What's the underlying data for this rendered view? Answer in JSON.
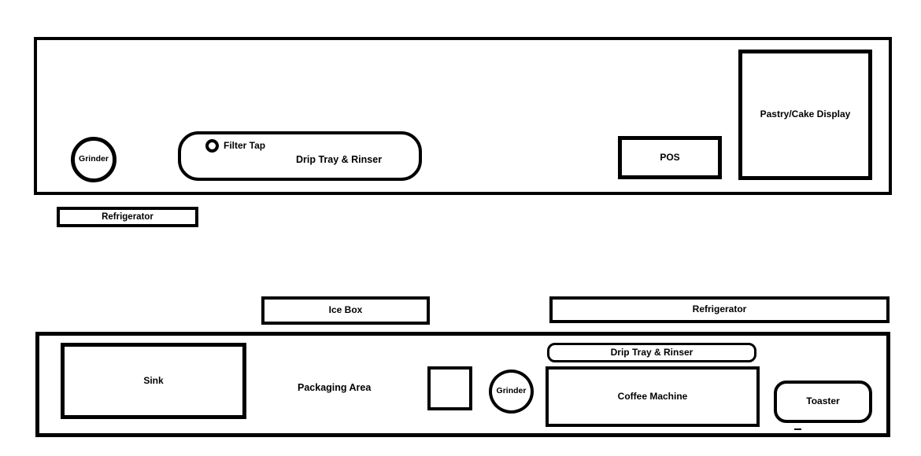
{
  "colors": {
    "line": "#000000",
    "background": "#ffffff",
    "text": "#000000"
  },
  "top_counter": {
    "grinder_label": "Grinder",
    "filter_tap_label": "Filter Tap",
    "drip_tray_label": "Drip Tray & Rinser",
    "pos_label": "POS",
    "pastry_display_label": "Pastry/Cake Display"
  },
  "standalone": {
    "refrigerator_top_label": "Refrigerator",
    "ice_box_label": "Ice Box",
    "refrigerator_bottom_label": "Refrigerator"
  },
  "bottom_counter": {
    "sink_label": "Sink",
    "packaging_area_label": "Packaging Area",
    "grinder_label": "Grinder",
    "drip_tray_label": "Drip Tray & Rinser",
    "coffee_machine_label": "Coffee Machine",
    "toaster_label": "Toaster"
  }
}
